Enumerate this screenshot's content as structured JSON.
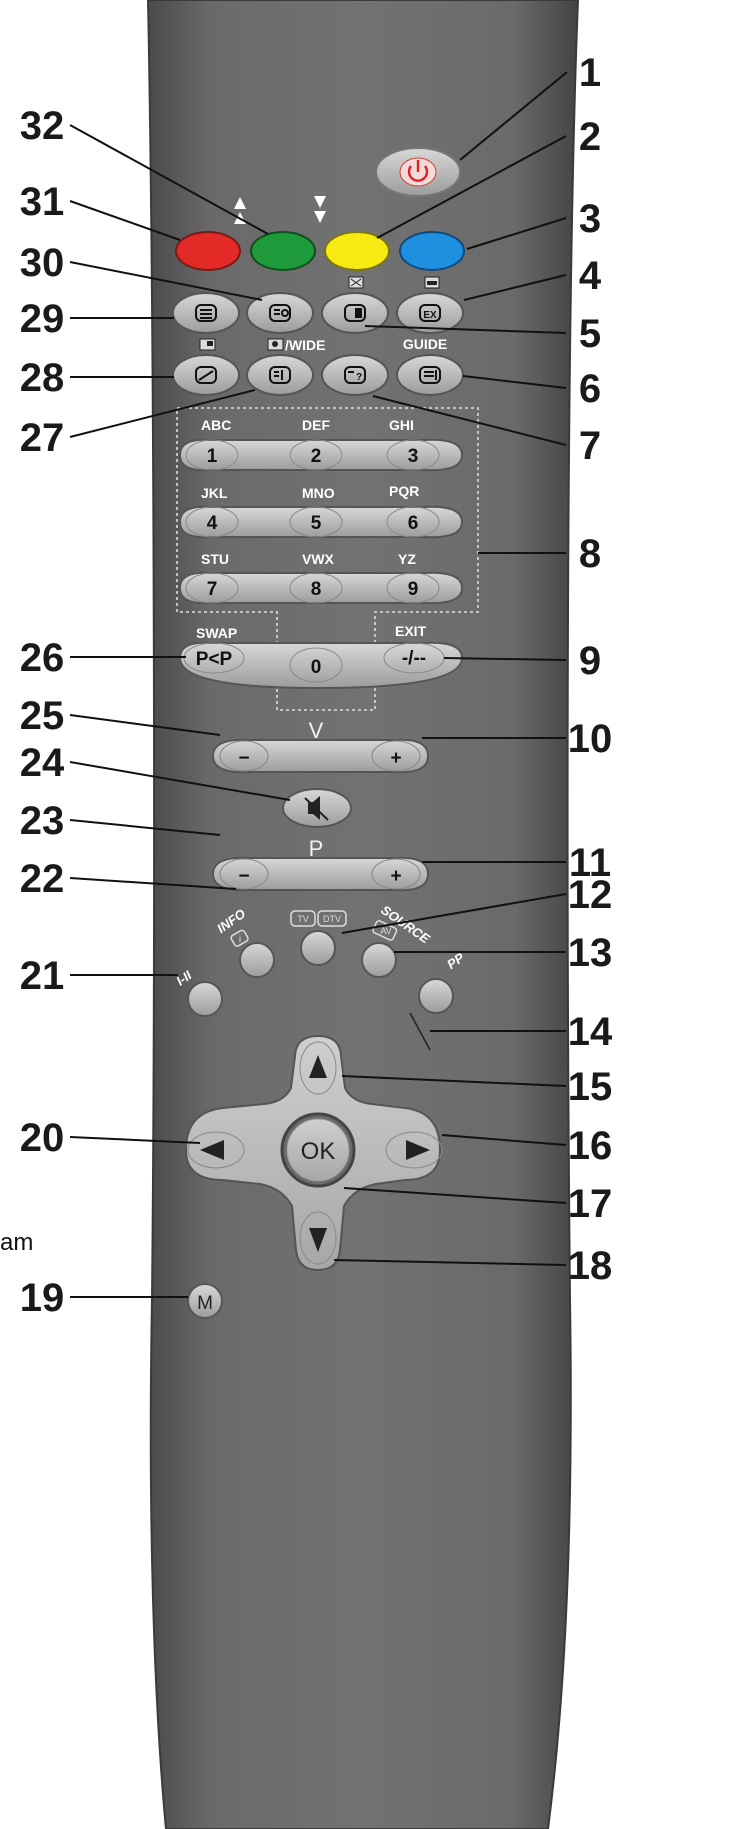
{
  "callouts": [
    "1",
    "2",
    "3",
    "4",
    "5",
    "6",
    "7",
    "8",
    "9",
    "10",
    "11",
    "12",
    "13",
    "14",
    "15",
    "16",
    "17",
    "18",
    "19",
    "20",
    "21",
    "22",
    "23",
    "24",
    "25",
    "26",
    "27",
    "28",
    "29",
    "30",
    "31",
    "32"
  ],
  "labels": {
    "guide": "GUIDE",
    "wide": "/WIDE",
    "abc": "ABC",
    "def": "DEF",
    "ghi": "GHI",
    "jkl": "JKL",
    "mno": "MNO",
    "pqr": "PQR",
    "stu": "STU",
    "vwx": "VWX",
    "yz": "YZ",
    "swap": "SWAP",
    "exit": "EXIT",
    "v": "V",
    "p": "P",
    "info": "INFO",
    "source": "SOURCE",
    "i_ii": "I-II",
    "pp": "PP",
    "tv": "TV",
    "dtv": "DTV",
    "av": "AV",
    "edge_text": "am"
  },
  "keys": {
    "n1": "1",
    "n2": "2",
    "n3": "3",
    "n4": "4",
    "n5": "5",
    "n6": "6",
    "n7": "7",
    "n8": "8",
    "n9": "9",
    "n0": "0",
    "pap": "P<P",
    "dash": "-/--",
    "minus": "−",
    "plus": "+",
    "ok": "OK",
    "menu": "M"
  },
  "colors": {
    "body": "#5f5f5f",
    "key": "#bdbdbd",
    "red": "#e32a26",
    "green": "#1f9a3a",
    "yellow": "#f6ea12",
    "blue": "#1f8fe0"
  }
}
